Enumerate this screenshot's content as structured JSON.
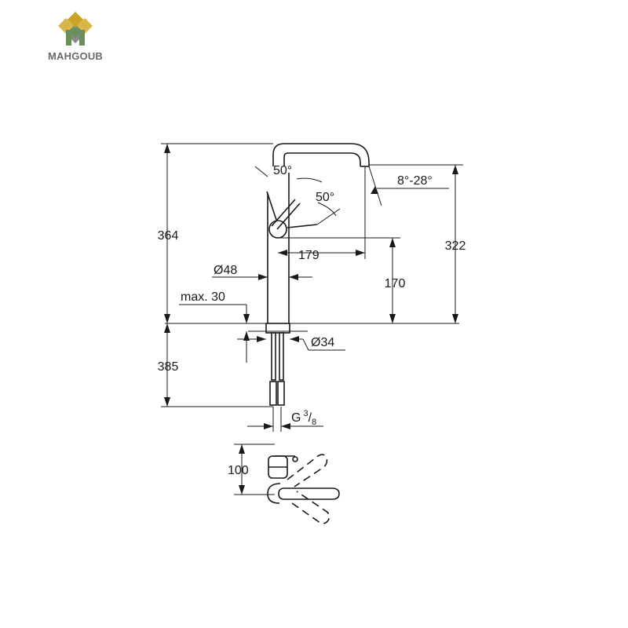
{
  "brand": {
    "name": "MAHGOUB",
    "logo_colors": {
      "gold": "#c9a227",
      "green": "#6a8f5a",
      "gray": "#8a8a8a"
    }
  },
  "drawing": {
    "total_height": "364",
    "spout_height": "322",
    "handle_angle_top": "50°",
    "handle_angle_side": "50°",
    "spout_tilt": "8°-28°",
    "spout_reach": "179",
    "spout_clearance": "170",
    "body_diameter": "Ø48",
    "max_deck_label": "max. 30",
    "hole_diameter": "Ø34",
    "below_deck_length": "385",
    "thread_label": "G",
    "thread_num": "3",
    "thread_den": "8",
    "handle_offset": "100"
  }
}
